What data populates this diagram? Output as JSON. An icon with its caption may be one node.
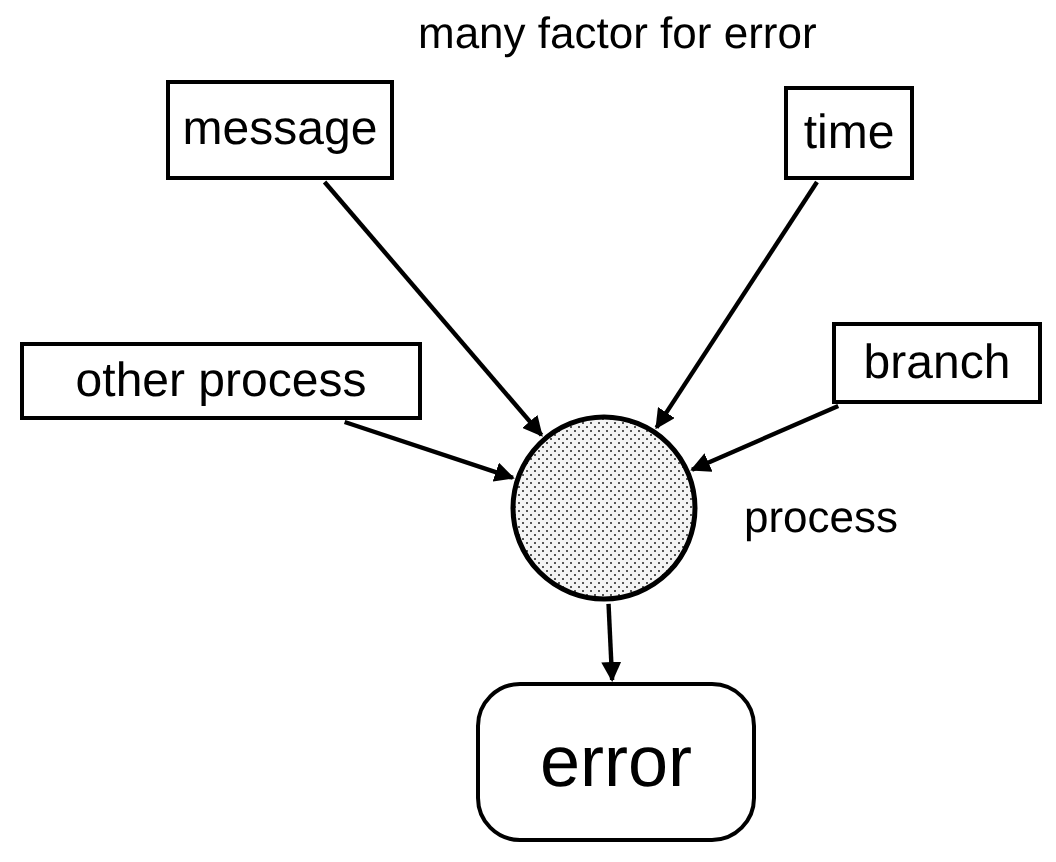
{
  "diagram": {
    "title": "many factor for error",
    "nodes": [
      {
        "text": [
          "message"
        ]
      },
      {
        "text": [
          "time"
        ]
      },
      {
        "text": [
          "other process"
        ]
      },
      {
        "text": [
          "branch"
        ]
      },
      {
        "text": [],
        "shape": "circle",
        "beside": [
          "process"
        ]
      },
      {
        "text": [
          "error"
        ]
      }
    ],
    "edges": [
      {
        "from": 0,
        "to": 4,
        "arrow": "to"
      },
      {
        "from": 1,
        "to": 4,
        "arrow": "to"
      },
      {
        "from": 2,
        "to": 4,
        "arrow": "to"
      },
      {
        "from": 3,
        "to": 4,
        "arrow": "to"
      },
      {
        "from": 4,
        "to": 5,
        "arrow": "to"
      }
    ]
  }
}
